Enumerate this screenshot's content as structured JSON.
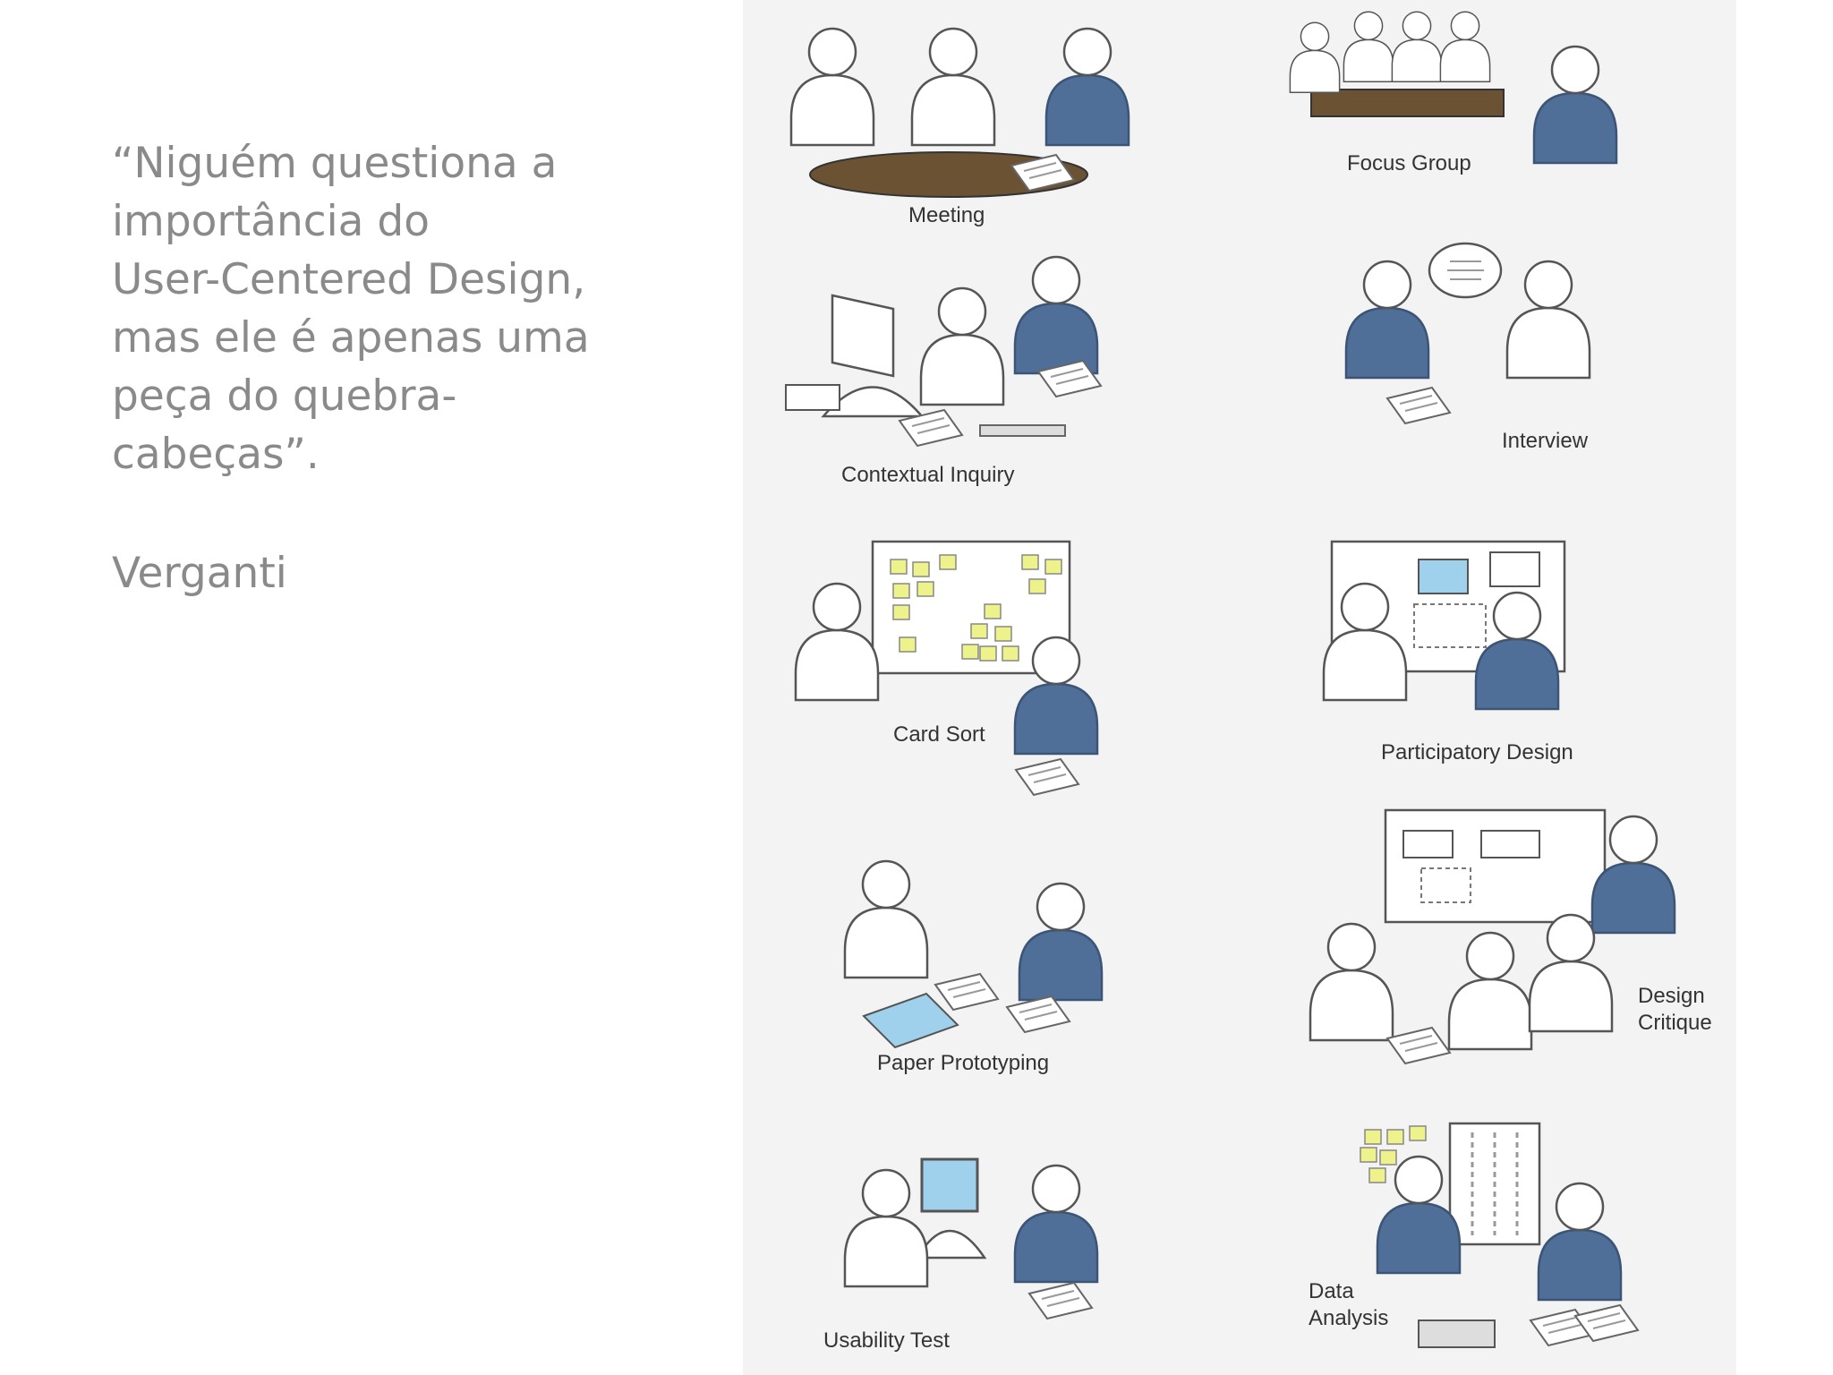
{
  "quote": {
    "text": "“Niguém questiona a\nimportância do\nUser-Centered Design,\nmas ele é apenas uma\npeça do quebra-\ncabeças”.",
    "author": "Verganti"
  },
  "illustration": {
    "labels": {
      "meeting": "Meeting",
      "focus_group": "Focus Group",
      "contextual_inquiry": "Contextual Inquiry",
      "interview": "Interview",
      "card_sort": "Card Sort",
      "participatory_design": "Participatory Design",
      "paper_prototyping": "Paper Prototyping",
      "design_critique_1": "Design",
      "design_critique_2": "Critique",
      "usability_test": "Usability Test",
      "data_analysis_1": "Data",
      "data_analysis_2": "Analysis"
    },
    "colors": {
      "researcher": "#4f6f98",
      "table": "#6b5233",
      "sticky": "#eef28a",
      "screen": "#9fd0ec",
      "panel": "#f3f3f4"
    }
  }
}
